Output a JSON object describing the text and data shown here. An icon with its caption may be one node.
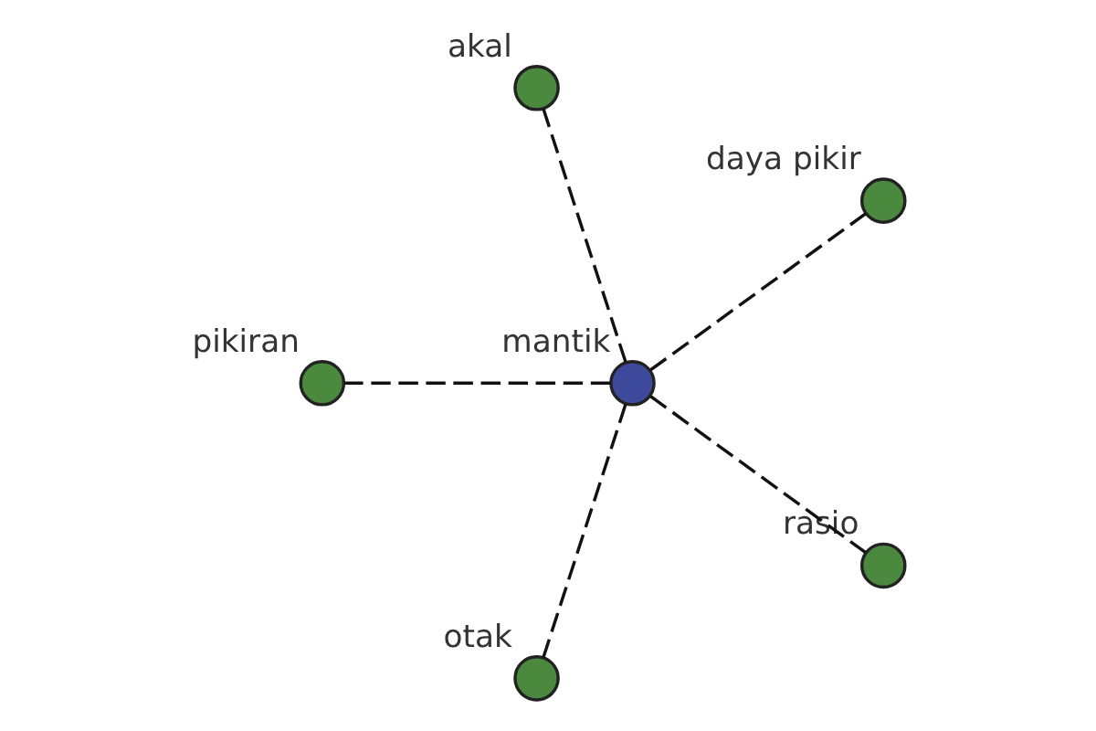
{
  "diagram": {
    "nodes": [
      {
        "text": [],
        "shape": "circle",
        "beside": [
          "daya pikir"
        ]
      },
      {
        "text": [],
        "shape": "circle",
        "beside": [
          "akal"
        ]
      },
      {
        "text": [],
        "shape": "circle",
        "beside": [
          "mantik"
        ]
      },
      {
        "text": [],
        "shape": "circle",
        "beside": [
          "pikiran"
        ]
      },
      {
        "text": [],
        "shape": "circle",
        "beside": [
          "otak"
        ]
      },
      {
        "text": [],
        "shape": "circle",
        "beside": [
          "rasio"
        ]
      }
    ],
    "edges": [
      {
        "from": 2,
        "to": 0,
        "arrow": "none",
        "style": "dashed"
      },
      {
        "from": 2,
        "to": 3,
        "arrow": "none",
        "style": "dashed"
      },
      {
        "from": 2,
        "to": 4,
        "arrow": "none",
        "style": "dashed"
      },
      {
        "from": 2,
        "to": 5,
        "arrow": "none",
        "style": "dashed"
      },
      {
        "from": 2,
        "to": 1,
        "arrow": "none",
        "style": "dashed"
      }
    ]
  }
}
